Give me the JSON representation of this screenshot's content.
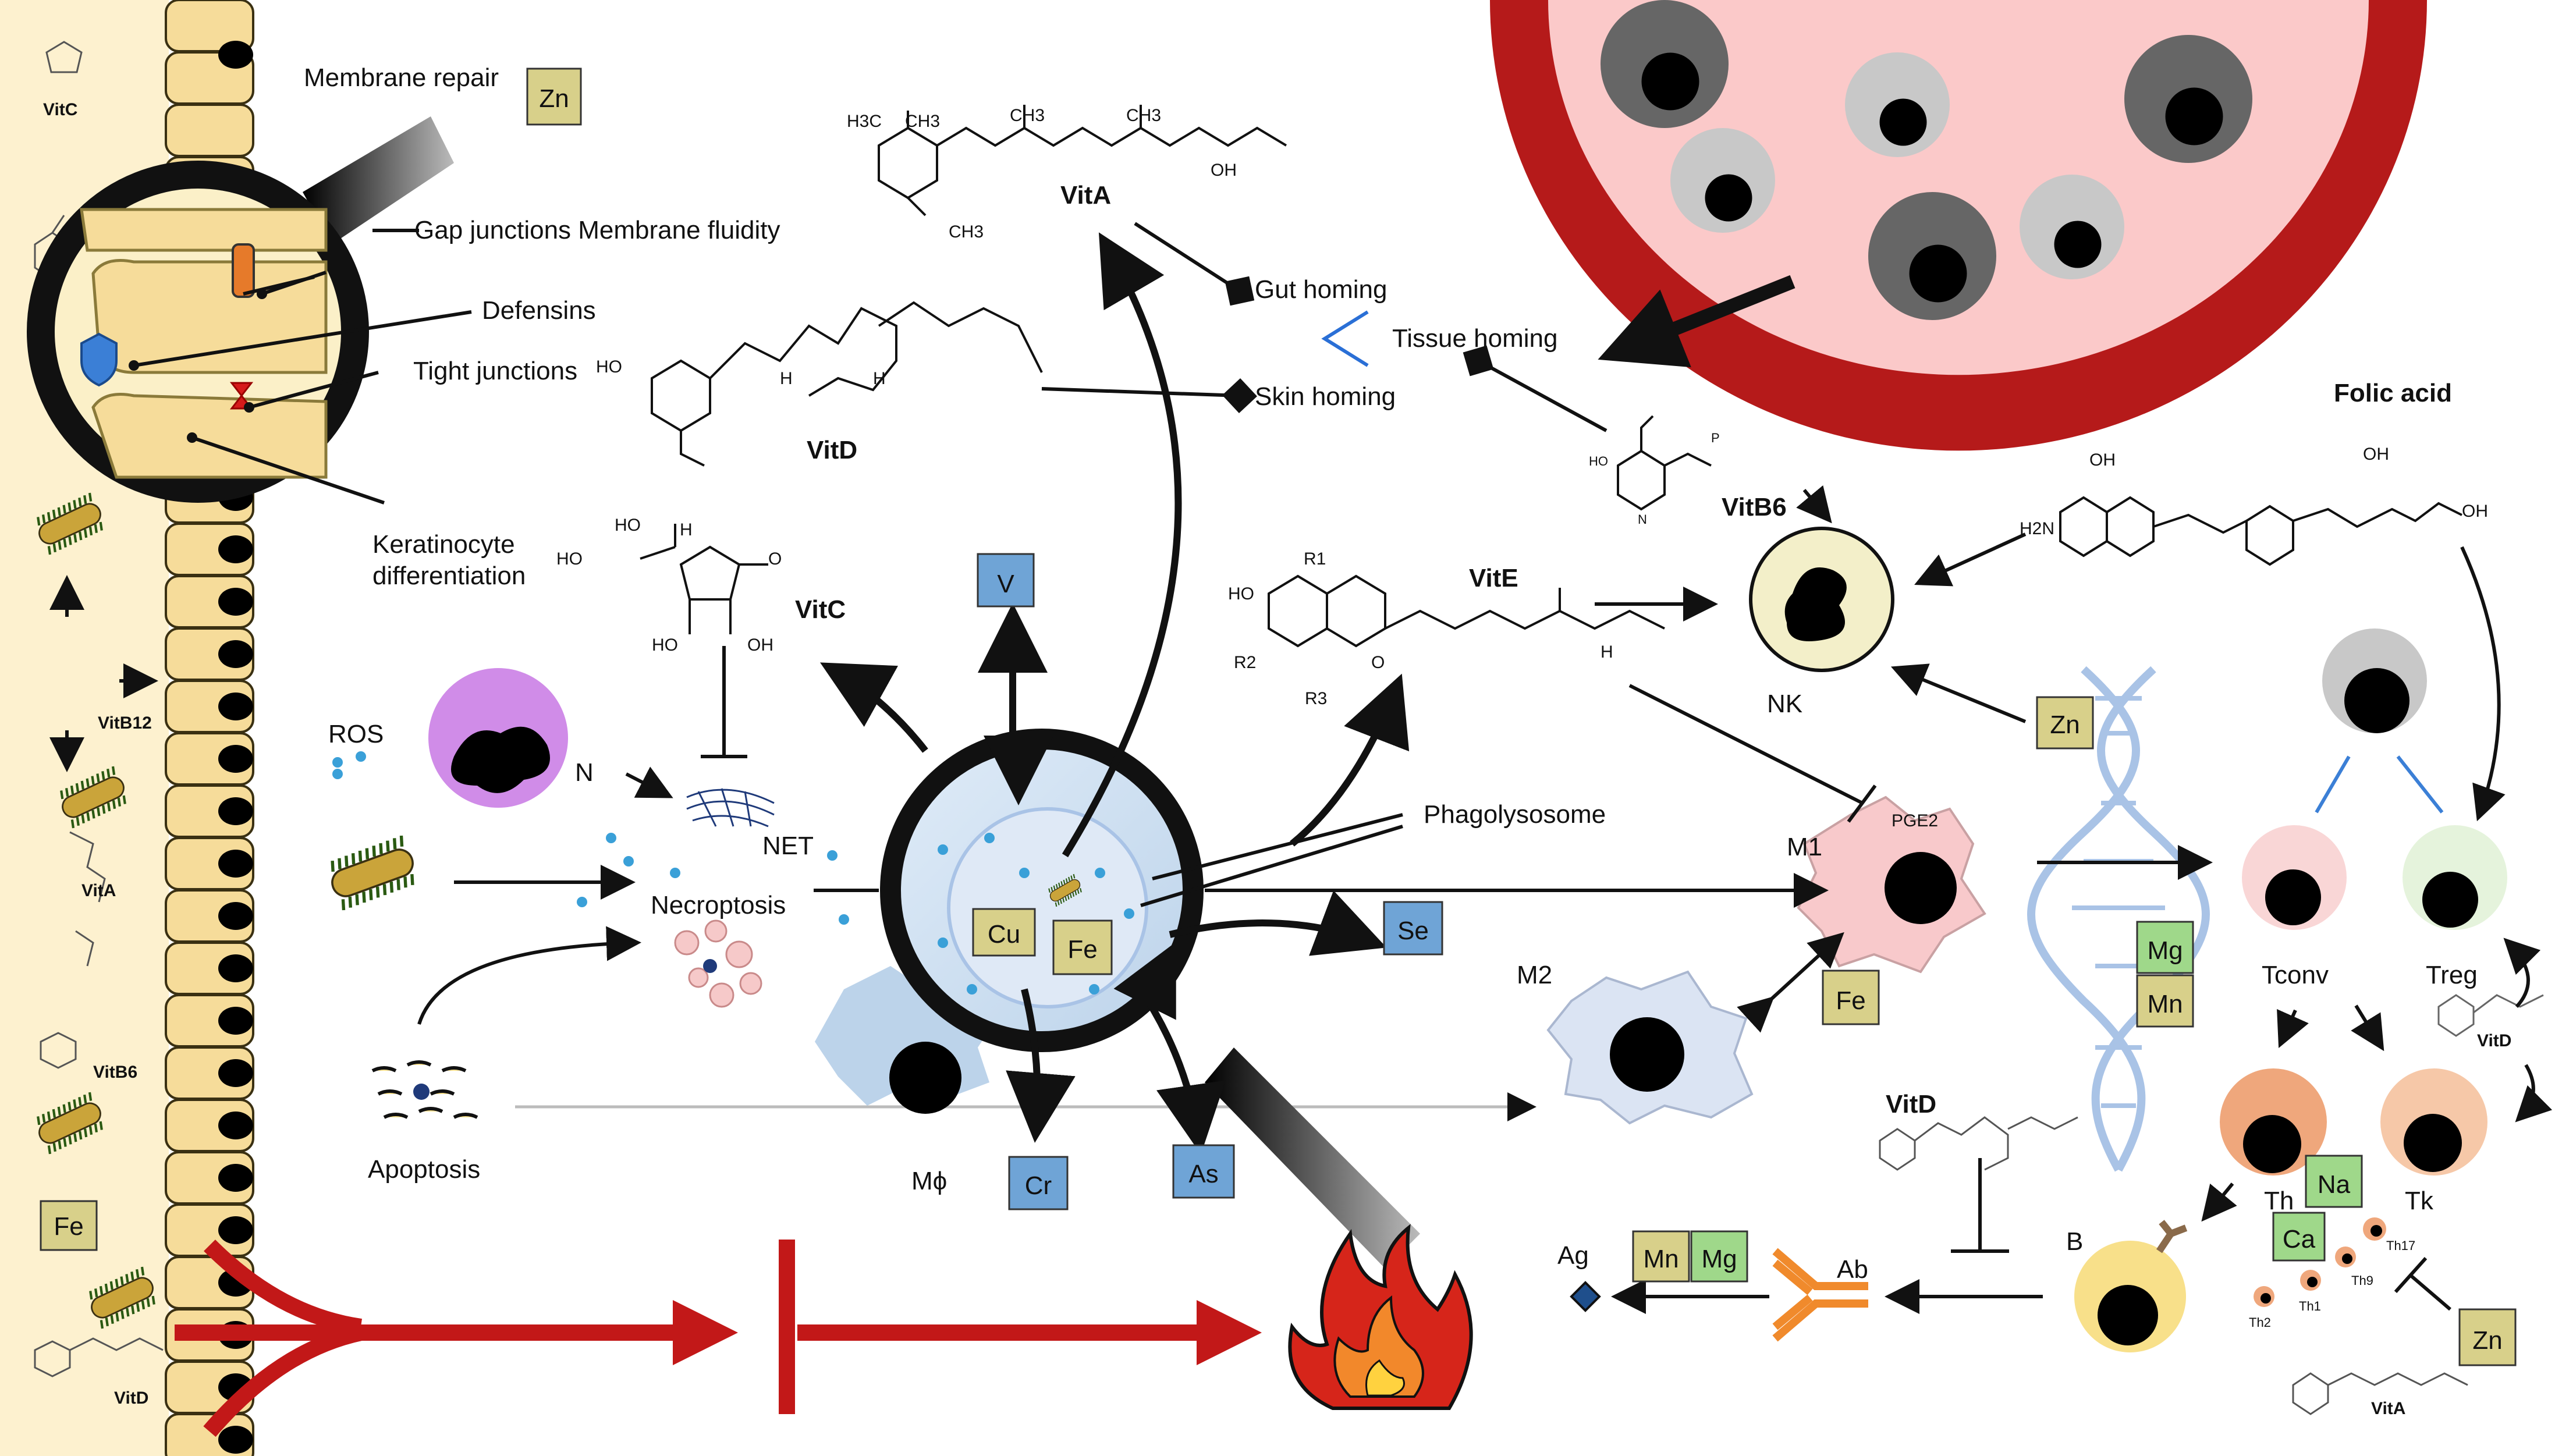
{
  "colors": {
    "epithelium": "#f6dc9a",
    "cell_outline": "#3a3012",
    "vessel_wall": "#b51a1a",
    "vessel_lumen": "#fbc9c9",
    "macrophage": "#bcd3ea",
    "inhibit_red": "#c21818",
    "mineral_box_yellow": "#d8d08a",
    "mineral_box_blue": "#6fa4d6",
    "mineral_box_green": "#9fd88a",
    "m1_pink": "#f8c9cb",
    "nk_cream": "#f3efc9",
    "treg_green": "#e5f3dc",
    "tconv_pink": "#f9d6d6",
    "th_orange": "#efa77c",
    "tk_peach": "#f6c8a8",
    "bcell_yellow": "#f8e08a",
    "antibody_orange": "#f08a2c",
    "neutrophil_purple": "#d08ce8",
    "dna_blue": "#a9c3e6"
  },
  "icons": [
    "bacterium-icon",
    "magnifier-icon",
    "flame-icon",
    "shield-icon",
    "dna-helix-icon",
    "antigen-icon",
    "antibody-icon",
    "molecule-icon"
  ],
  "labels": {
    "membrane_repair": "Membrane repair",
    "gap_junctions": "Gap junctions Membrane fluidity",
    "defensins": "Defensins",
    "tight_junctions": "Tight junctions",
    "keratinocyte": "Keratinocyte",
    "differentiation": "differentiation",
    "gut_homing": "Gut homing",
    "tissue_homing": "Tissue homing",
    "skin_homing": "Skin homing",
    "folic_acid": "Folic acid",
    "ros": "ROS",
    "n": "N",
    "net": "NET",
    "necroptosis": "Necroptosis",
    "apoptosis": "Apoptosis",
    "phagolysosome": "Phagolysosome",
    "m1": "M1",
    "m2": "M2",
    "pge2": "PGE2",
    "nk": "NK",
    "tconv": "Tconv",
    "treg": "Treg",
    "th": "Th",
    "tk": "Tk",
    "b": "B",
    "ag": "Ag",
    "ab": "Ab",
    "mphi": "Mϕ",
    "th17": "Th17",
    "th9": "Th9",
    "th1": "Th1",
    "th2": "Th2"
  },
  "vitamins": {
    "vita_main": "VitA",
    "vitd_main": "VitD",
    "vitc_main": "VitC",
    "vite_main": "VitE",
    "vitb6_main": "VitB6",
    "vitd_right": "VitD",
    "vitc_side": "VitC",
    "vitb12_side": "VitB12",
    "vita_side": "VitA",
    "vitb6_side": "VitB6",
    "vitd_side": "VitD",
    "vitd_small": "VitD",
    "vita_small": "VitA"
  },
  "chem_labels": {
    "h3c": "H3C",
    "ch3": "CH3",
    "oh": "OH",
    "ho": "HO",
    "h": "H",
    "r1": "R1",
    "r2": "R2",
    "r3": "R3",
    "o": "O",
    "h2n": "H2N",
    "p": "P",
    "n": "N"
  },
  "minerals": {
    "zn_top": "Zn",
    "fe_left": "Fe",
    "v": "V",
    "cu": "Cu",
    "fe_center": "Fe",
    "se": "Se",
    "cr": "Cr",
    "as": "As",
    "zn_nk": "Zn",
    "fe_m2": "Fe",
    "mg_dna": "Mg",
    "mn_dna": "Mn",
    "na": "Na",
    "ca": "Ca",
    "zn_bottom": "Zn",
    "mn_ab": "Mn",
    "mg_ab": "Mg"
  }
}
